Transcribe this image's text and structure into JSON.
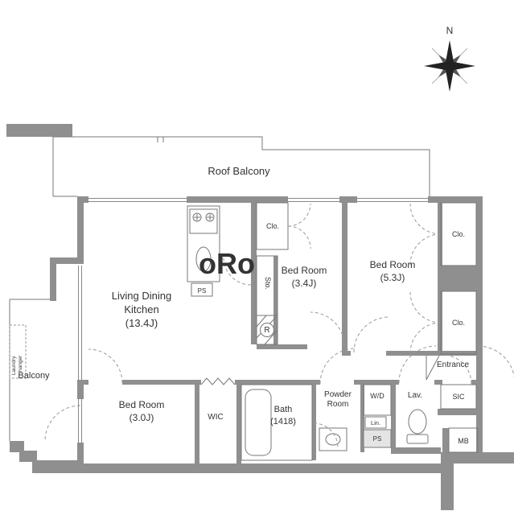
{
  "compass": {
    "north": "N"
  },
  "watermark": {
    "text": "oRo"
  },
  "outdoor": {
    "roof_balcony": "Roof Balcony",
    "balcony": "Balcony",
    "laundry_line1": "Laundry",
    "laundry_line2": "hanger"
  },
  "rooms": {
    "ldk": {
      "line1": "Living Dining",
      "line2": "Kitchen",
      "size": "(13.4J)"
    },
    "bedroom_mid": {
      "name": "Bed Room",
      "size": "(3.4J)"
    },
    "bedroom_right": {
      "name": "Bed Room",
      "size": "(5.3J)"
    },
    "bedroom_lower": {
      "name": "Bed Room",
      "size": "(3.0J)"
    },
    "bath": {
      "name": "Bath",
      "size": "(1418)"
    },
    "powder_room": {
      "line1": "Powder",
      "line2": "Room"
    },
    "lavatory": "Lav.",
    "entrance": "Entrance"
  },
  "storage": {
    "closet_mid": "Clo.",
    "closet_right_top": "Clo.",
    "closet_right_bottom": "Clo.",
    "storage_room": "Sto.",
    "wic": "WIC",
    "sic": "SIC",
    "linen": "Lin."
  },
  "utilities": {
    "refrigerator": "R",
    "washer_dryer": "W/D",
    "ps_kitchen": "PS",
    "ps_hall": "PS",
    "meter_box": "MB"
  }
}
